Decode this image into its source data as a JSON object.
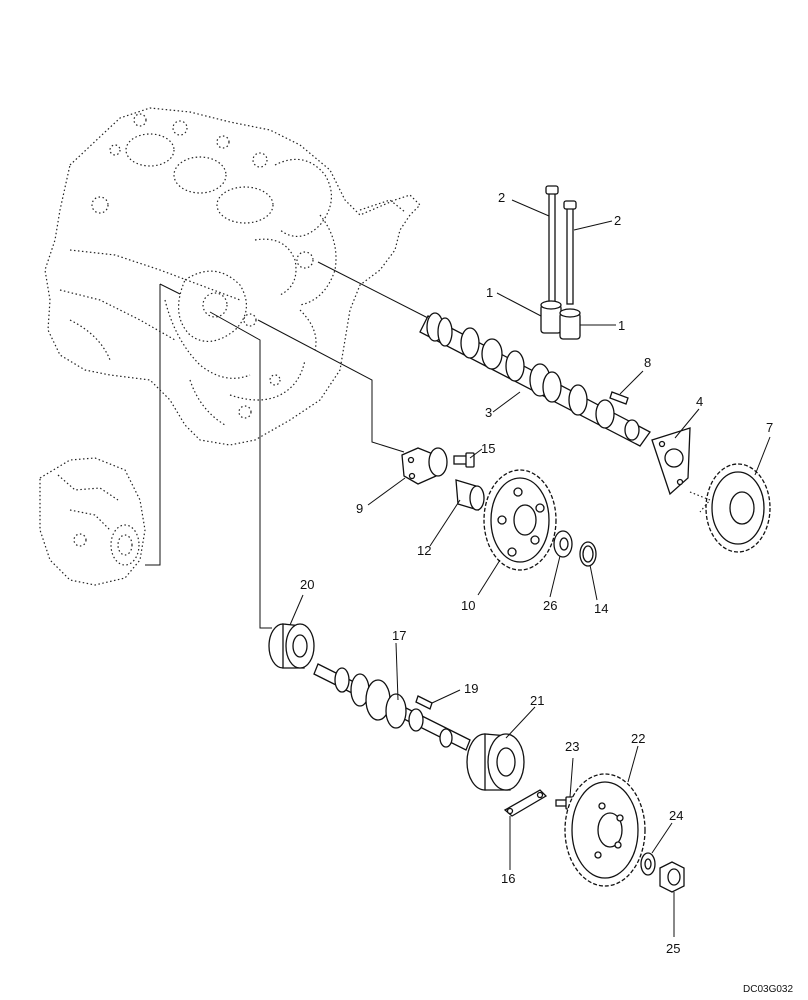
{
  "diagram": {
    "reference_code": "DC03G032",
    "callouts": [
      {
        "id": "c1a",
        "text": "1"
      },
      {
        "id": "c1b",
        "text": "1"
      },
      {
        "id": "c2a",
        "text": "2"
      },
      {
        "id": "c2b",
        "text": "2"
      },
      {
        "id": "c3",
        "text": "3"
      },
      {
        "id": "c4",
        "text": "4"
      },
      {
        "id": "c7",
        "text": "7"
      },
      {
        "id": "c8",
        "text": "8"
      },
      {
        "id": "c9",
        "text": "9"
      },
      {
        "id": "c10",
        "text": "10"
      },
      {
        "id": "c12",
        "text": "12"
      },
      {
        "id": "c14",
        "text": "14"
      },
      {
        "id": "c15",
        "text": "15"
      },
      {
        "id": "c16",
        "text": "16"
      },
      {
        "id": "c17",
        "text": "17"
      },
      {
        "id": "c19",
        "text": "19"
      },
      {
        "id": "c20",
        "text": "20"
      },
      {
        "id": "c21",
        "text": "21"
      },
      {
        "id": "c22",
        "text": "22"
      },
      {
        "id": "c23",
        "text": "23"
      },
      {
        "id": "c24",
        "text": "24"
      },
      {
        "id": "c25",
        "text": "25"
      },
      {
        "id": "c26",
        "text": "26"
      }
    ]
  }
}
